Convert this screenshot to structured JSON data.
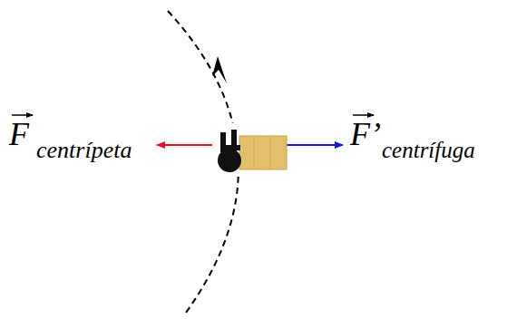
{
  "diagram": {
    "labels": [
      "F",
      "centrípeta",
      "F’",
      "centrífuga"
    ]
  }
}
